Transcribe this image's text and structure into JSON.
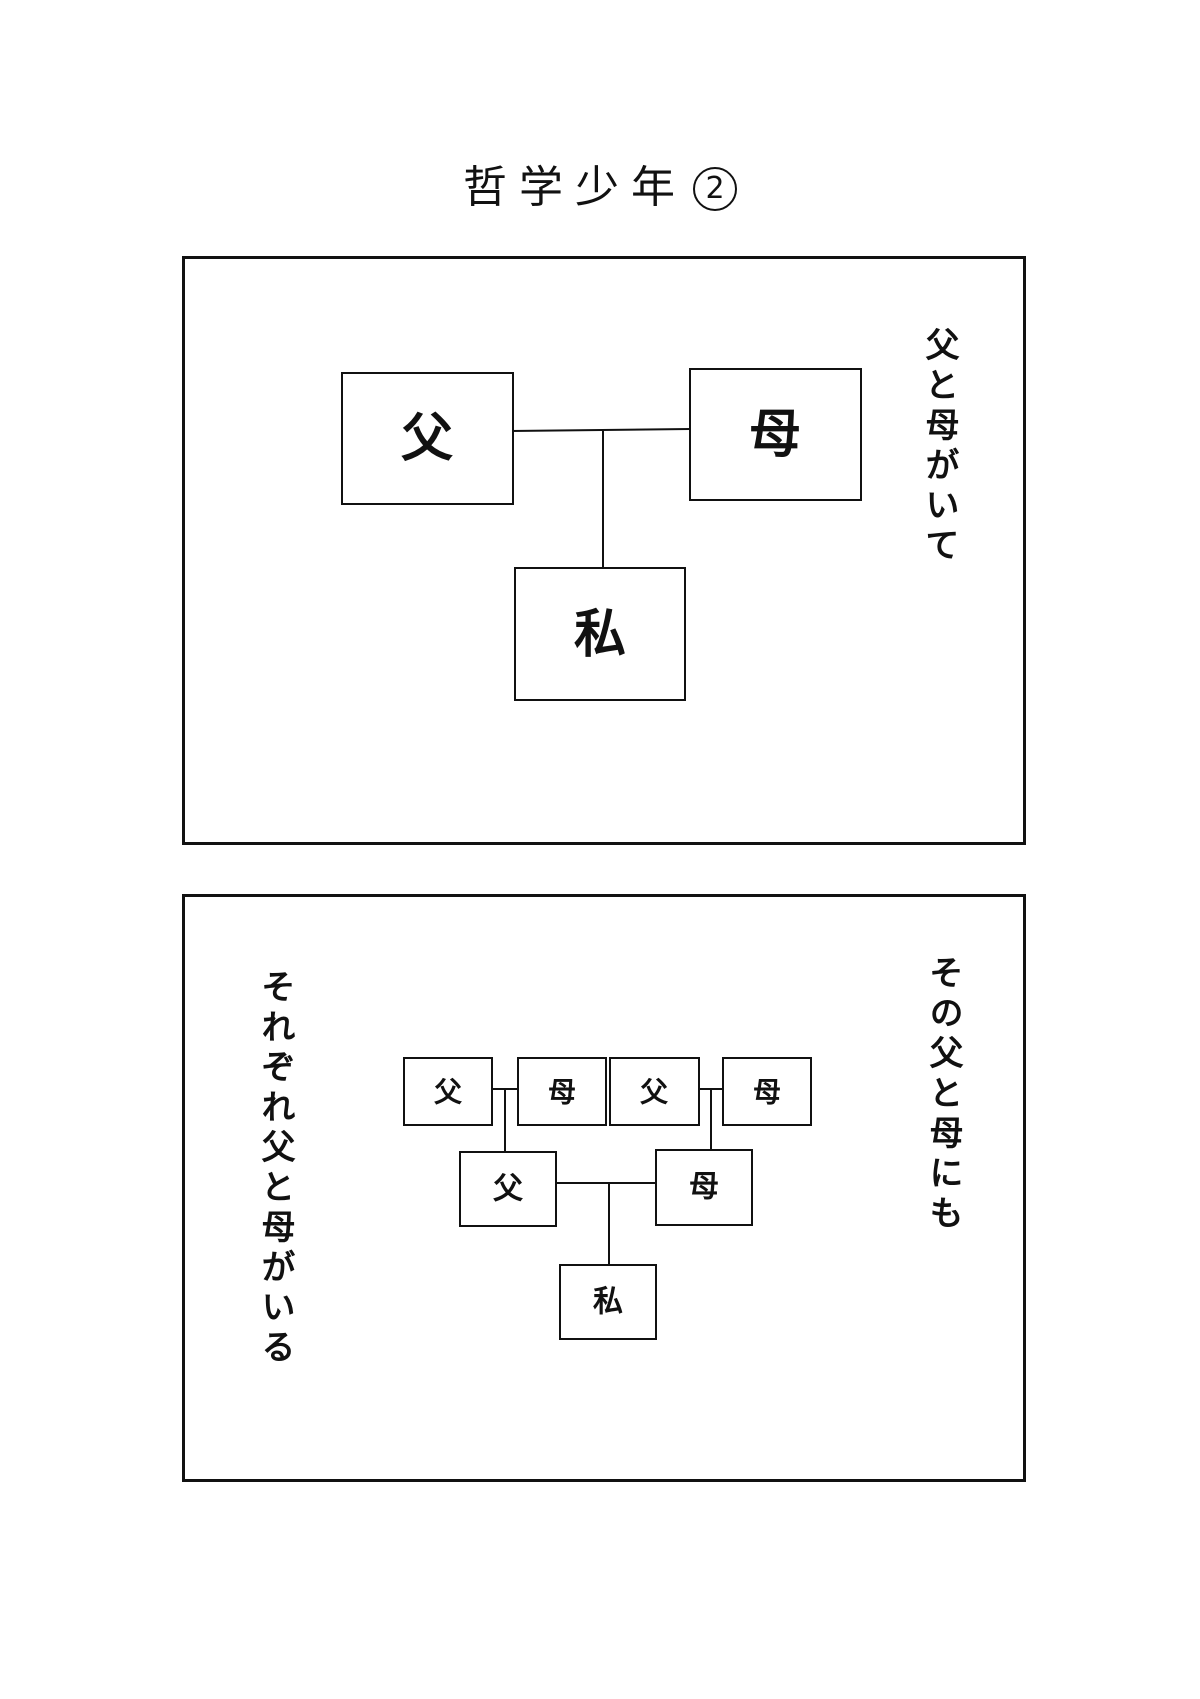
{
  "page": {
    "title": "哲学少年",
    "title_number": "2"
  },
  "panel1": {
    "caption": "父と母がいて",
    "boxes": {
      "father": "父",
      "mother": "母",
      "me": "私"
    }
  },
  "panel2": {
    "caption_right": "その父と母にも",
    "caption_left": "それぞれ父と母がいる",
    "boxes": {
      "paternal_grandfather": "父",
      "paternal_grandmother": "母",
      "maternal_grandfather": "父",
      "maternal_grandmother": "母",
      "father": "父",
      "mother": "母",
      "me": "私"
    }
  }
}
